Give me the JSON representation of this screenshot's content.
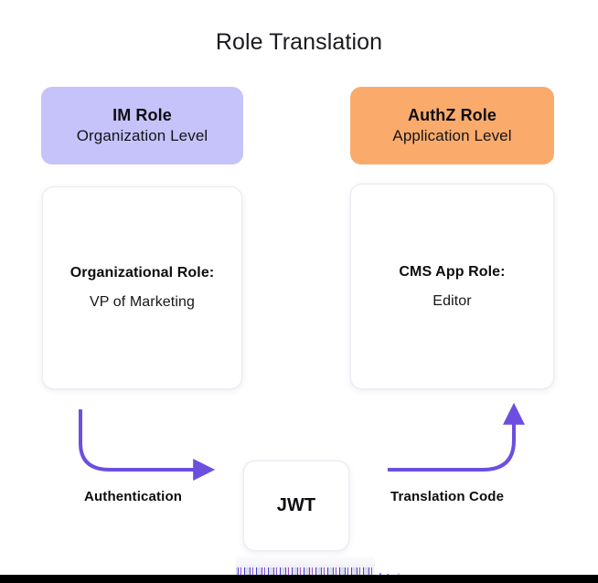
{
  "diagram": {
    "title": "Role Translation",
    "background_color": "#FFFFFF"
  },
  "columns": {
    "left": {
      "pill": {
        "title": "IM Role",
        "subtitle": "Organization Level",
        "color": "#C6C2FA"
      },
      "card": {
        "heading": "Organizational Role:",
        "value": "VP of Marketing"
      }
    },
    "right": {
      "pill": {
        "title": "AuthZ Role",
        "subtitle": "Application Level",
        "color": "#FAAB6C"
      },
      "card": {
        "heading": "CMS App Role:",
        "value": "Editor"
      }
    }
  },
  "token": {
    "label": "JWT"
  },
  "flow": {
    "arrow_color": "#6C4FE0",
    "left_label": "Authentication",
    "right_label": "Translation Code"
  }
}
